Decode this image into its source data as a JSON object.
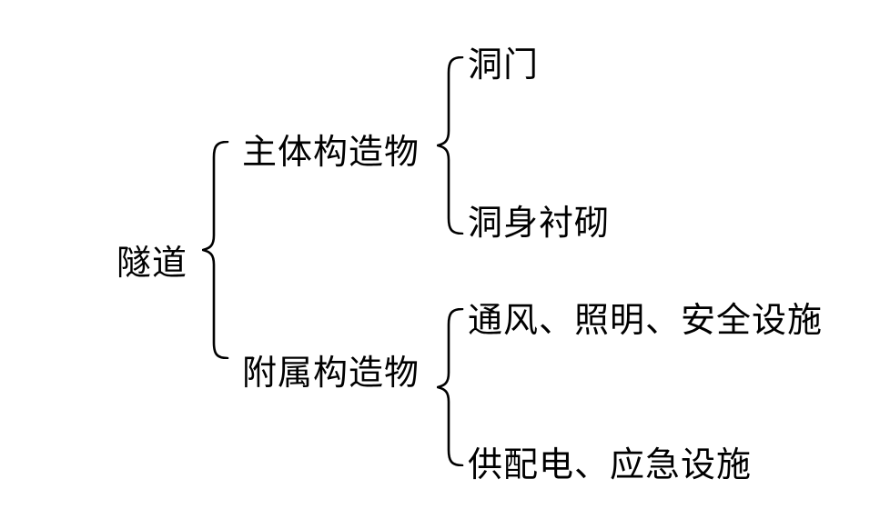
{
  "diagram": {
    "title": "tunnel-structure-tree",
    "colors": {
      "background": "#ffffff",
      "text": "#000000",
      "brace": "#000000"
    },
    "root": {
      "label": "隧道"
    },
    "branches": [
      {
        "label": "主体构造物",
        "children": [
          {
            "label": "洞门"
          },
          {
            "label": "洞身衬砌"
          }
        ]
      },
      {
        "label": "附属构造物",
        "children": [
          {
            "label": "通风、照明、安全设施"
          },
          {
            "label": "供配电、应急设施"
          }
        ]
      }
    ]
  }
}
